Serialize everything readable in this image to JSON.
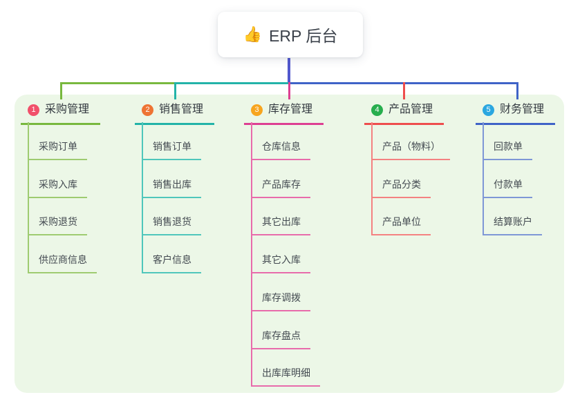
{
  "root": {
    "icon": "👍",
    "title": "ERP 后台",
    "line_color": "#5157cd"
  },
  "panel": {
    "bg_color": "#ecf7e7"
  },
  "branches": [
    {
      "num": "1",
      "label": "采购管理",
      "badge_color": "#f1506a",
      "line_color": "#78b83e",
      "child_line_color": "#9ecb70",
      "children": [
        "采购订单",
        "采购入库",
        "采购退货",
        "供应商信息"
      ]
    },
    {
      "num": "2",
      "label": "销售管理",
      "badge_color": "#ee7434",
      "line_color": "#23b3a8",
      "child_line_color": "#4fc6bb",
      "children": [
        "销售订单",
        "销售出库",
        "销售退货",
        "客户信息"
      ]
    },
    {
      "num": "3",
      "label": "库存管理",
      "badge_color": "#f7a51f",
      "line_color": "#dd3f92",
      "child_line_color": "#e86bab",
      "children": [
        "仓库信息",
        "产品库存",
        "其它出库",
        "其它入库",
        "库存调拨",
        "库存盘点",
        "出库库明细"
      ]
    },
    {
      "num": "4",
      "label": "产品管理",
      "badge_color": "#27ae4e",
      "line_color": "#ee4d4d",
      "child_line_color": "#f48181",
      "children": [
        "产品（物料）",
        "产品分类",
        "产品单位"
      ]
    },
    {
      "num": "5",
      "label": "财务管理",
      "badge_color": "#2ba7e0",
      "line_color": "#3f63c7",
      "child_line_color": "#7e97d6",
      "children": [
        "回款单",
        "付款单",
        "结算账户"
      ]
    }
  ]
}
